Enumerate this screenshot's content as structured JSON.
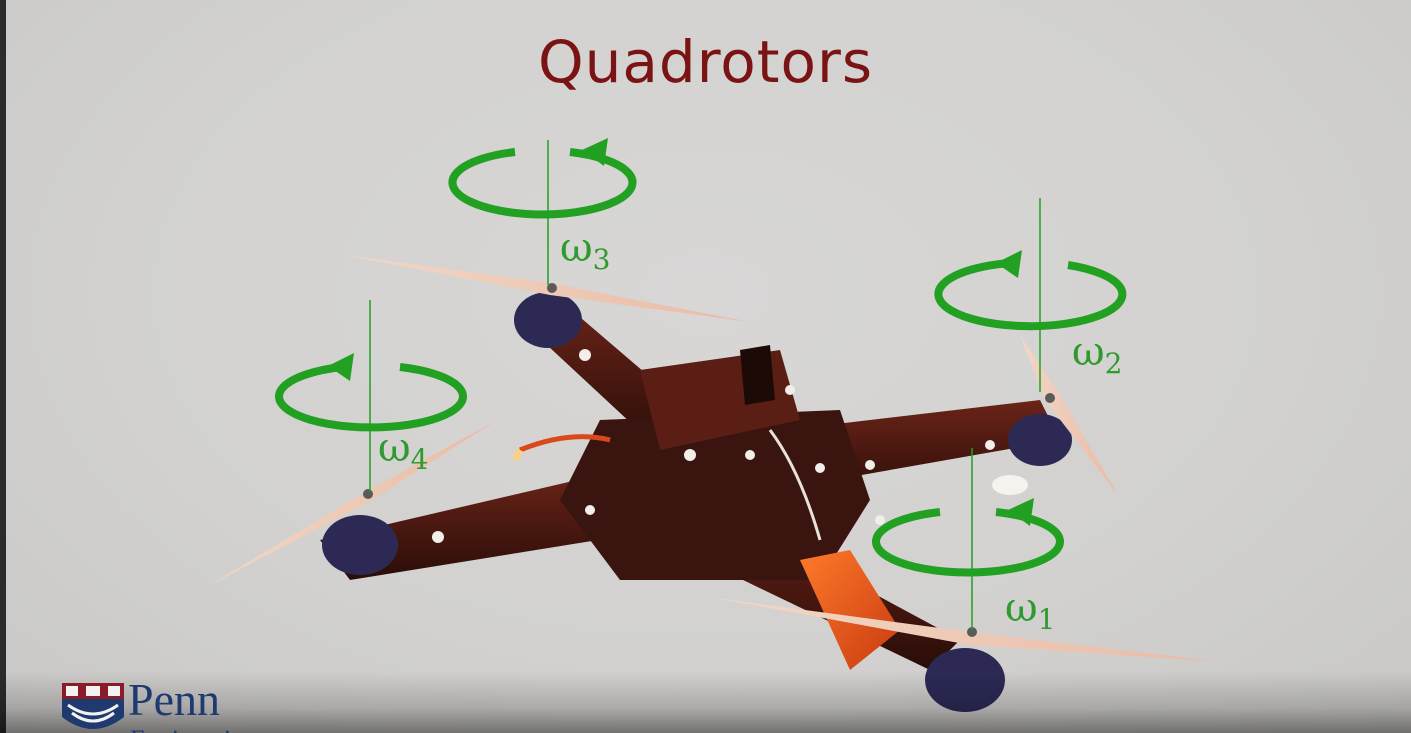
{
  "slide": {
    "title": "Quadrotors"
  },
  "rotors": [
    {
      "symbol": "ω",
      "index": "1",
      "rotation": "counterclockwise"
    },
    {
      "symbol": "ω",
      "index": "2",
      "rotation": "clockwise"
    },
    {
      "symbol": "ω",
      "index": "3",
      "rotation": "counterclockwise"
    },
    {
      "symbol": "ω",
      "index": "4",
      "rotation": "clockwise"
    }
  ],
  "logo": {
    "name": "Penn",
    "subtitle": "Engineering"
  },
  "colors": {
    "title": "#7a1414",
    "rotation_arrows": "#22a022",
    "logo": "#1e3a6e",
    "background": "#d3d2d0"
  }
}
